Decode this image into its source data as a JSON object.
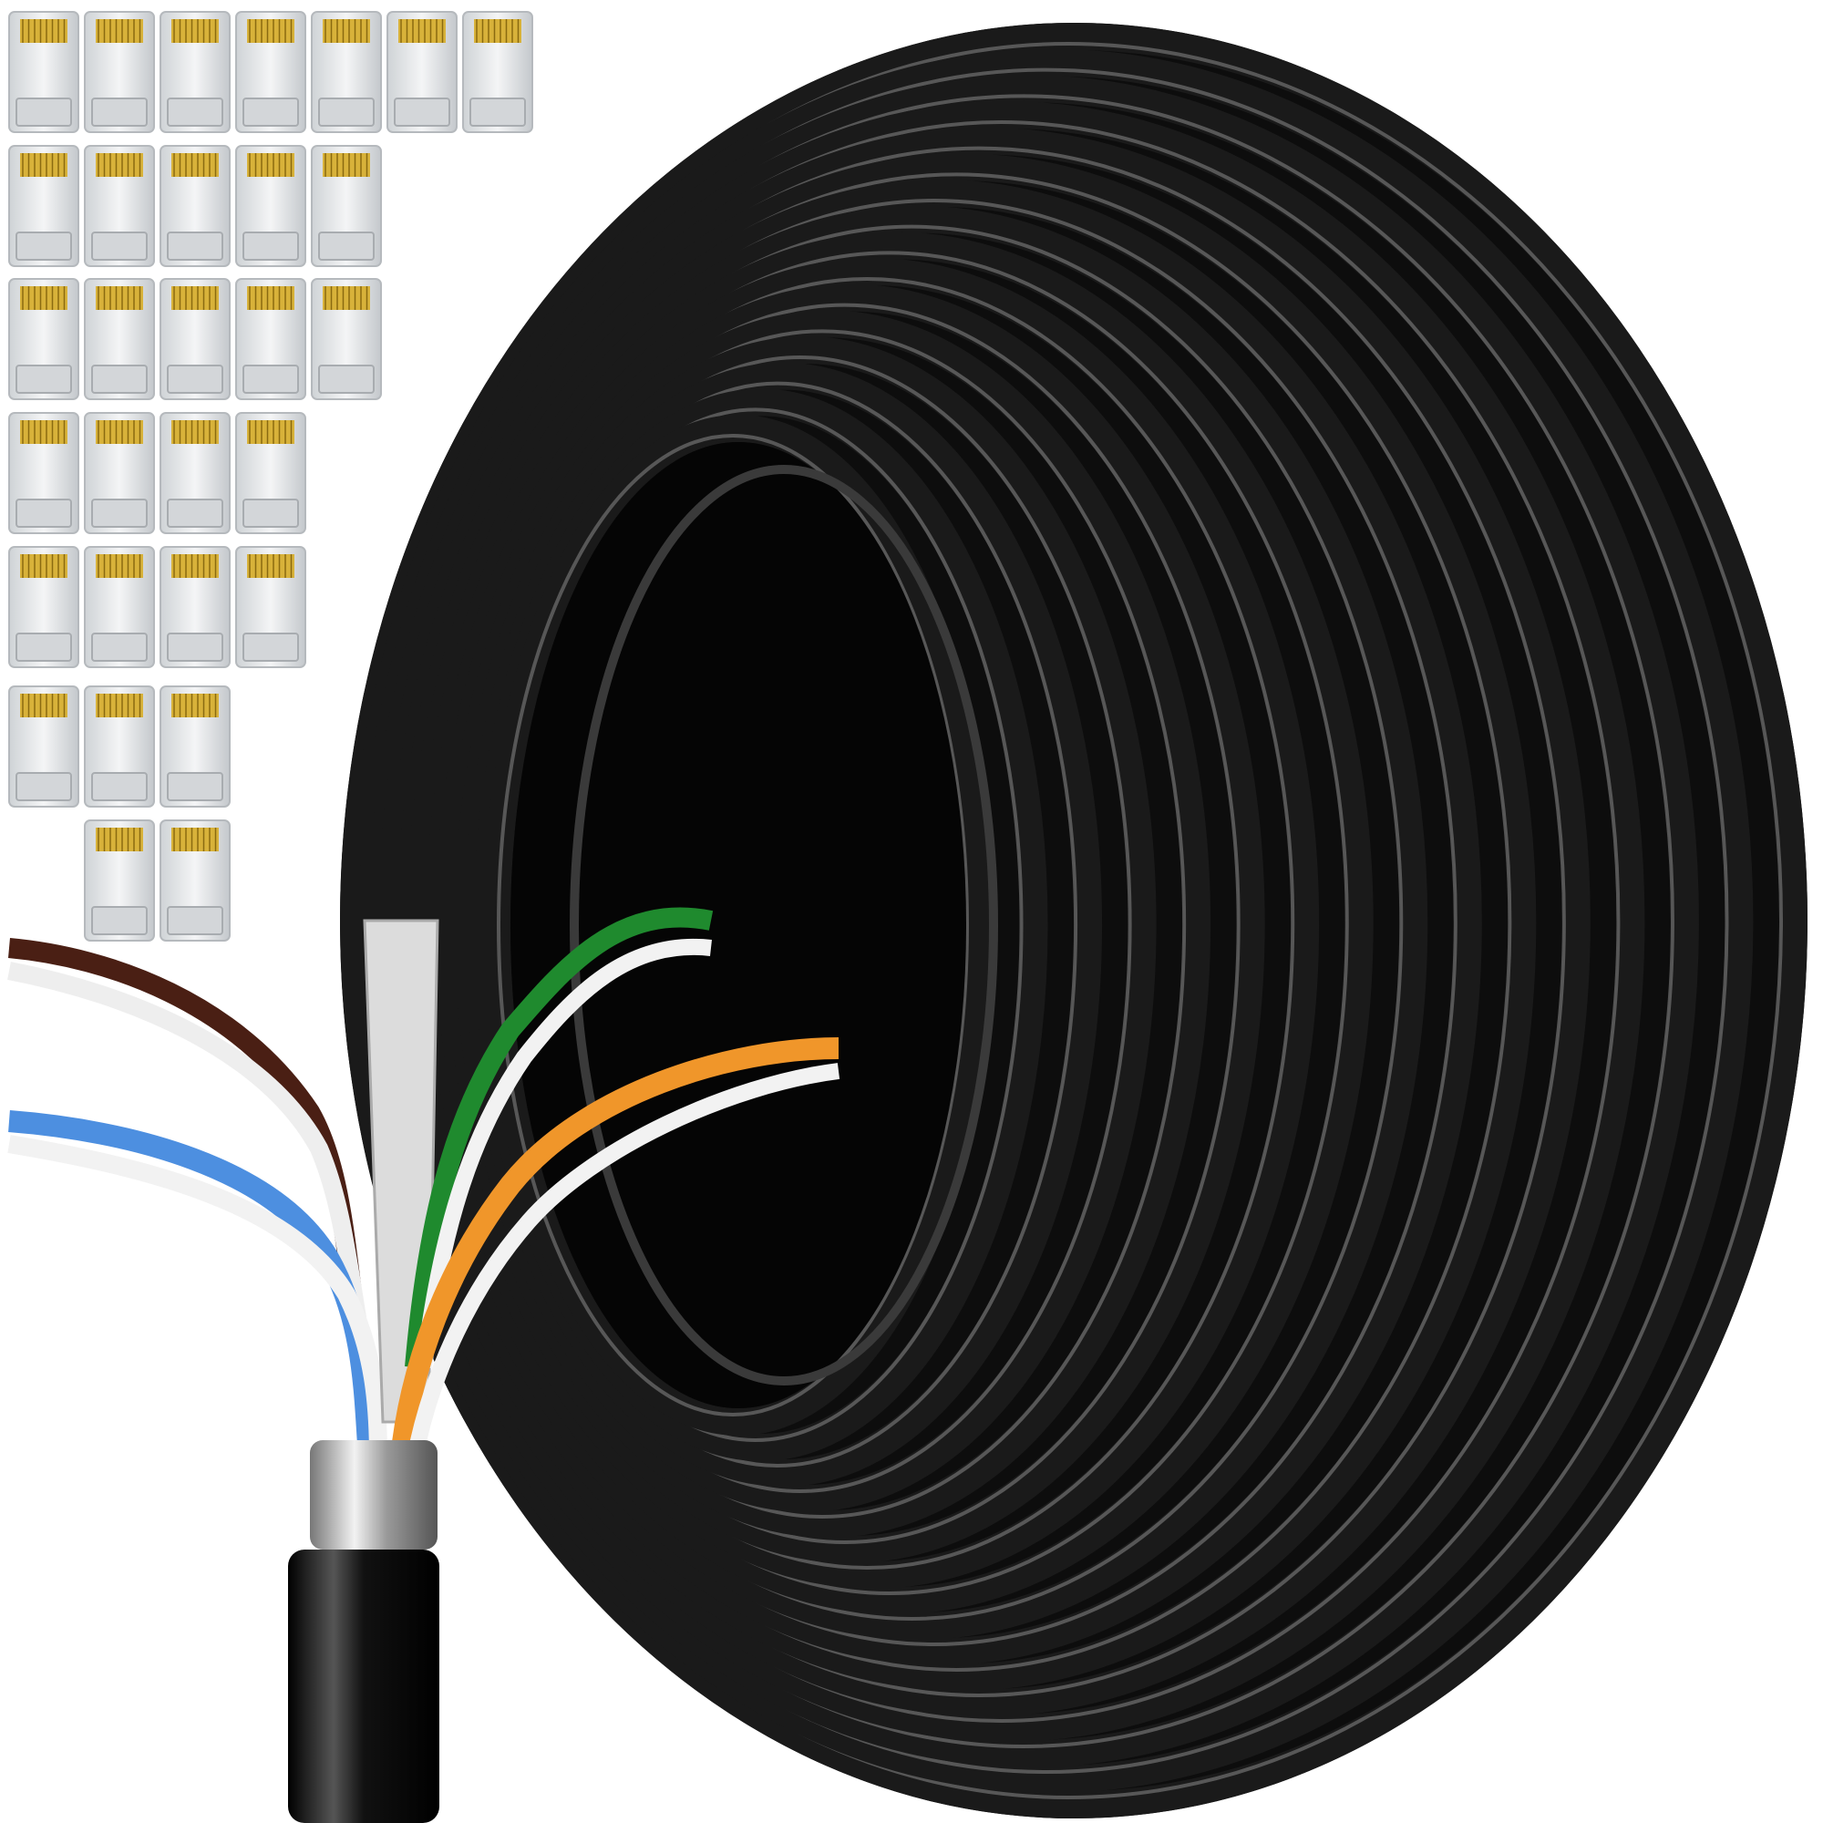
{
  "product": {
    "colors": {
      "background": "#ffffff",
      "cable_jacket": "#0d0d0d",
      "cable_highlight": "#8a8a8a",
      "connector_body": "#e4e6e8",
      "connector_pins": "#d8b23a",
      "shield_foil": "#c9c9c9",
      "pair_brown": "#4a1f14",
      "pair_blue": "#4d8fe0",
      "pair_green": "#1f8a2e",
      "pair_orange": "#f0962a",
      "pair_white": "#f2f2f2"
    },
    "connector_rows": [
      7,
      5,
      5,
      4,
      4,
      3,
      2
    ]
  }
}
